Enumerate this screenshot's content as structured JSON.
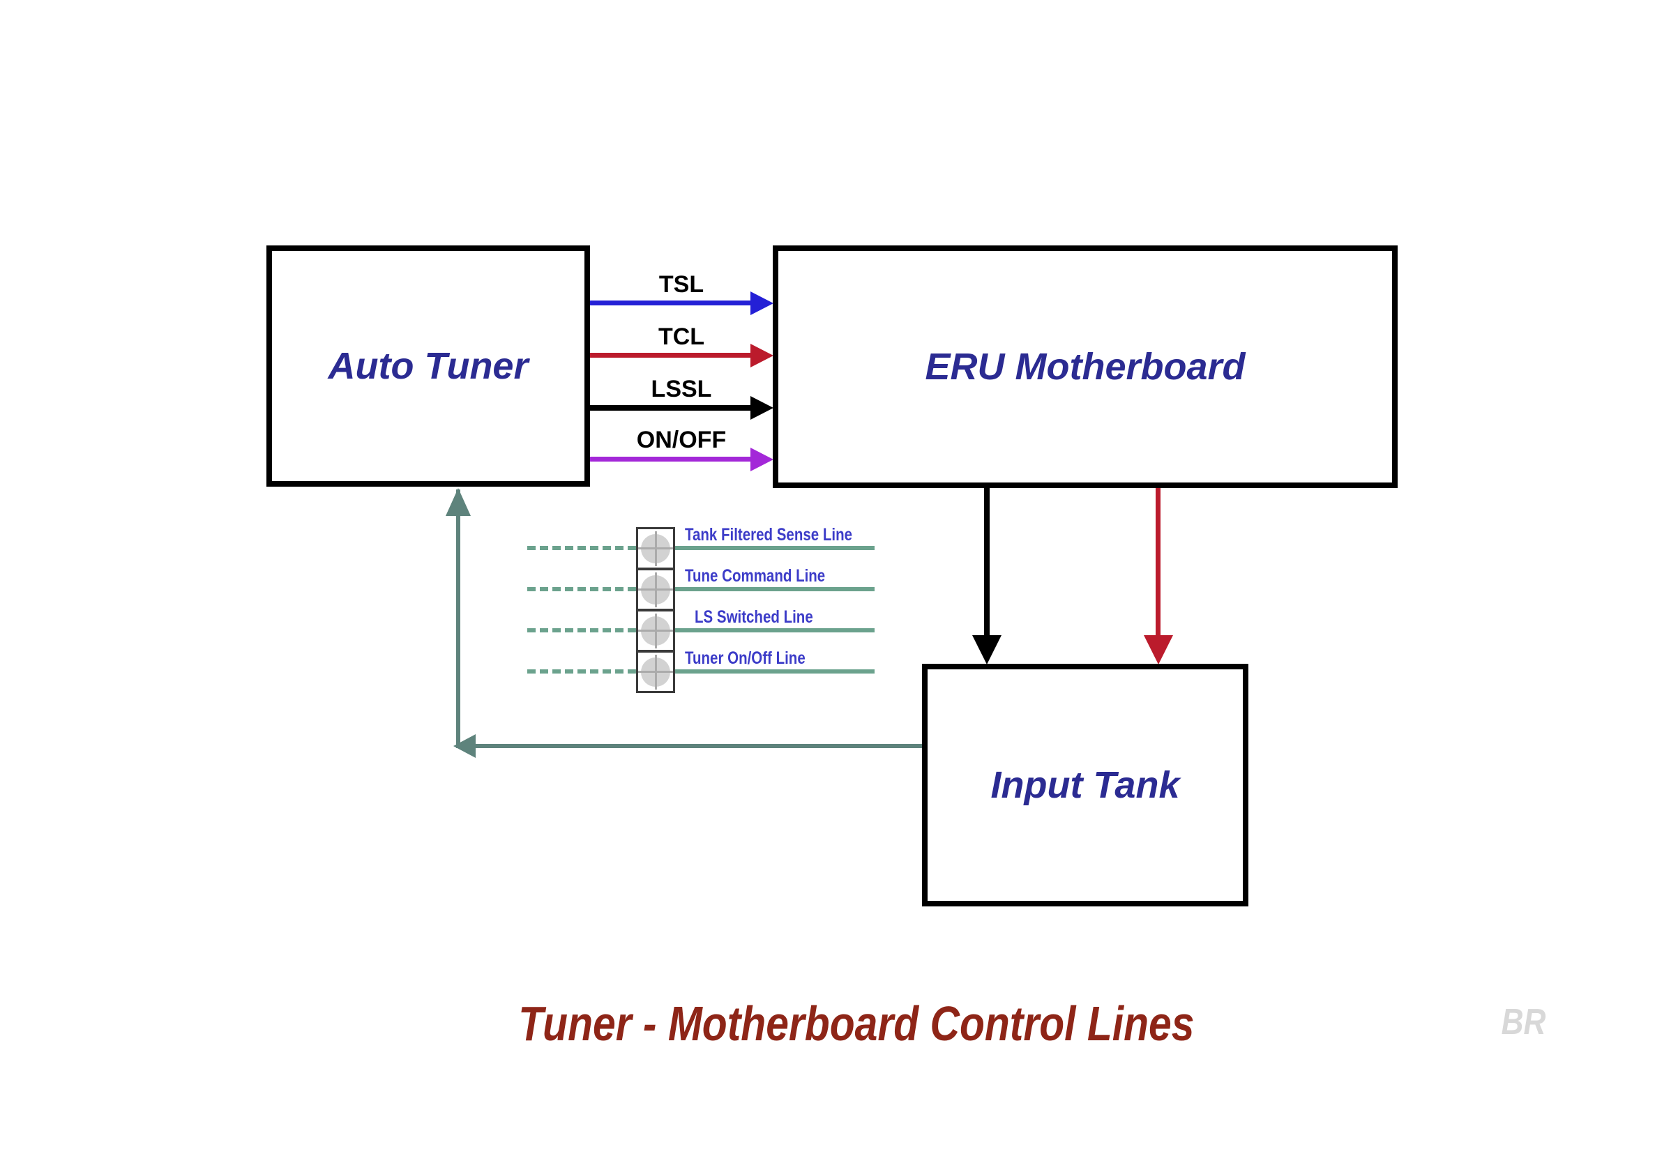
{
  "diagram": {
    "boxes": {
      "auto_tuner": {
        "label": "Auto Tuner"
      },
      "eru_motherboard": {
        "label": "ERU Motherboard"
      },
      "input_tank": {
        "label": "Input Tank"
      }
    },
    "control_lines": [
      {
        "label": "TSL"
      },
      {
        "label": "TCL"
      },
      {
        "label": "LSSL"
      },
      {
        "label": "ON/OFF"
      }
    ],
    "legend": [
      {
        "label": "Tank Filtered Sense Line"
      },
      {
        "label": "Tune Command Line"
      },
      {
        "label": "LS Switched Line"
      },
      {
        "label": "Tuner On/Off Line"
      }
    ],
    "title": "Tuner - Motherboard Control Lines",
    "watermark": "BR"
  },
  "colors": {
    "box-border": "#000000",
    "heading-navy": "#2b2b92",
    "tsl-blue": "#2420d6",
    "tcl-red": "#bb1b2c",
    "lssl-black": "#000000",
    "onoff-purple": "#a328d8",
    "return-teal": "#5e837c",
    "legend-green": "#6ba28d",
    "legend-label-blue": "#3c3cc8",
    "connector-border": "#3a3a3a",
    "connector-circle": "#d2d2d2",
    "connector-cross": "#ababab",
    "title-red": "#8e2517",
    "watermark-gray": "#d8d8d8"
  }
}
